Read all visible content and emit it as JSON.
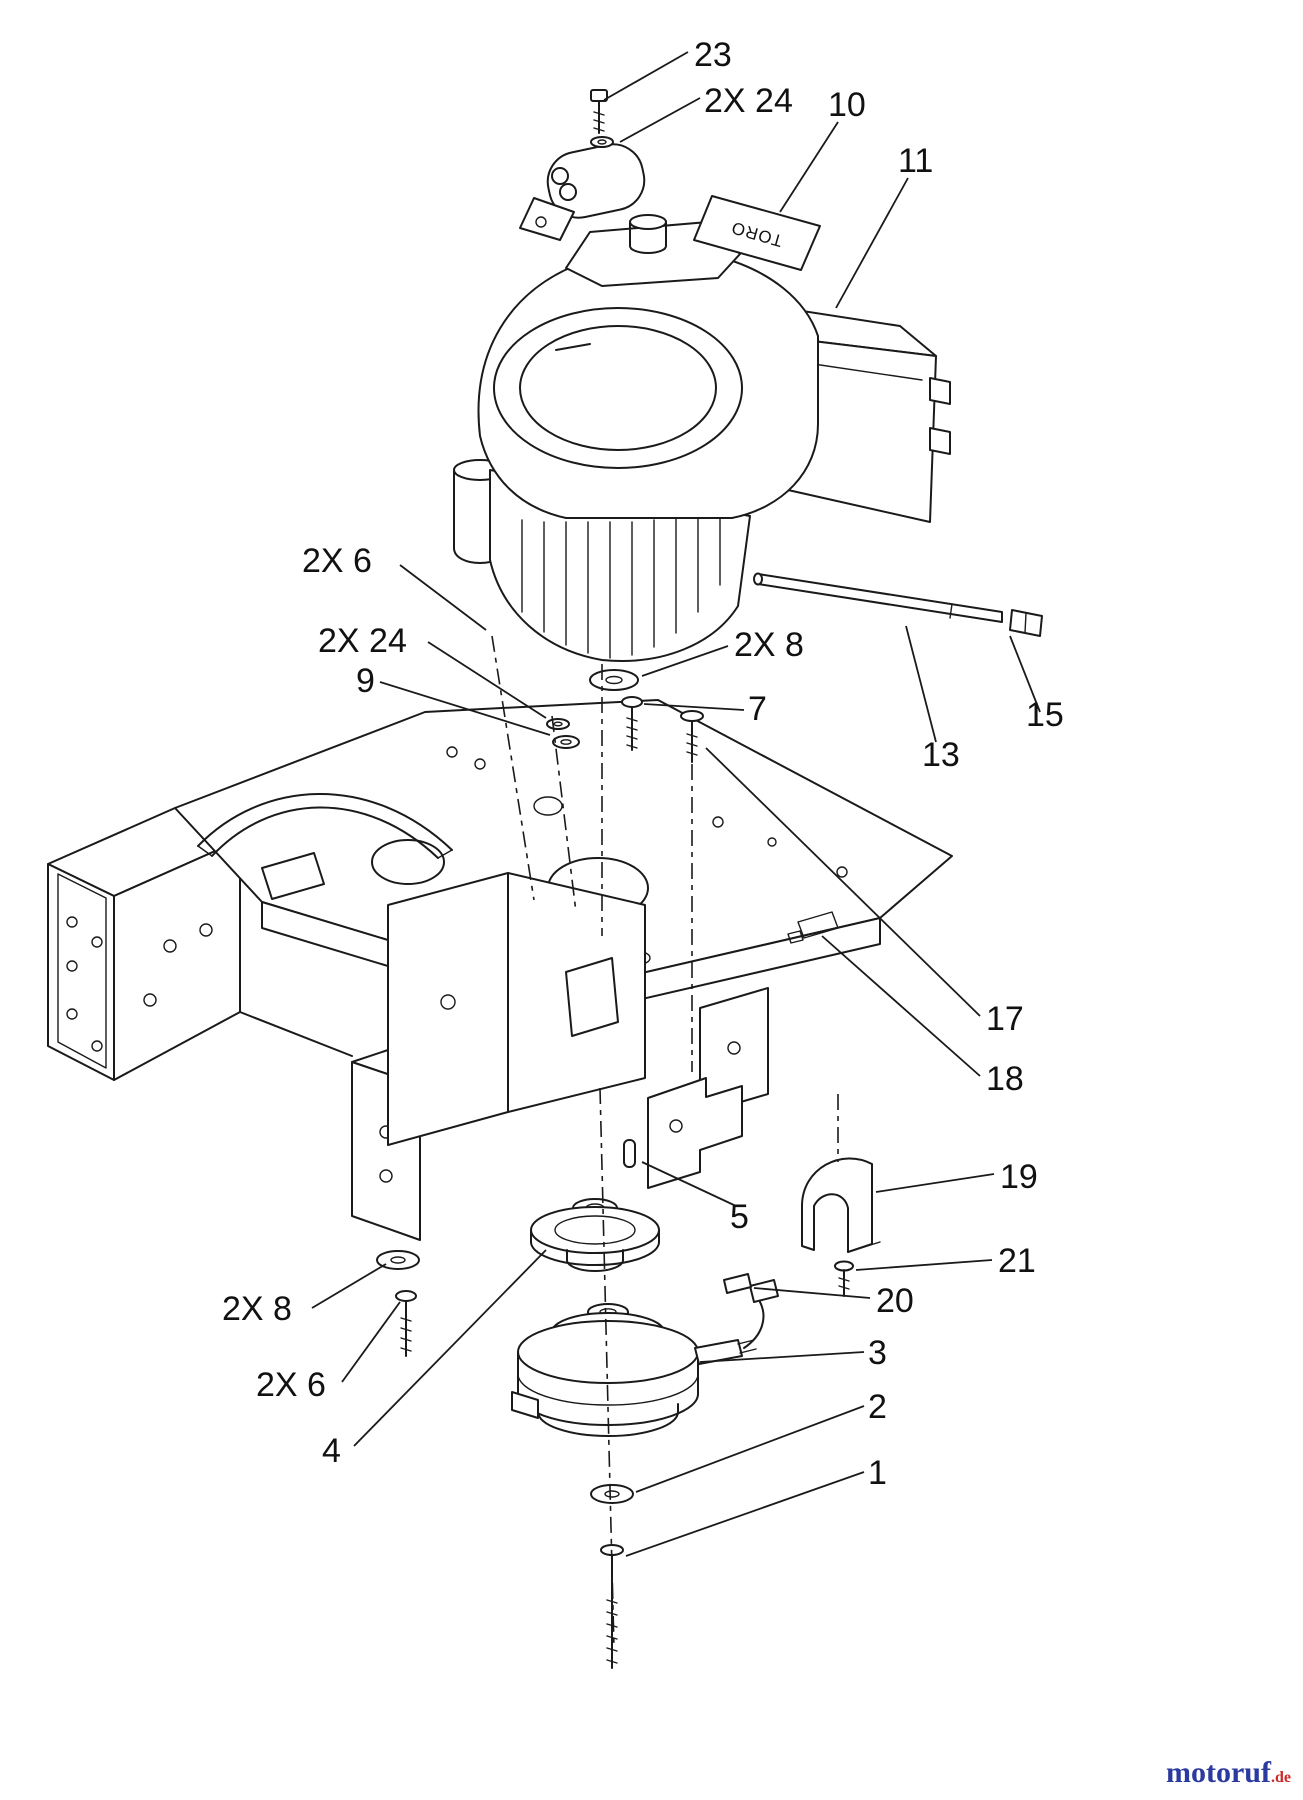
{
  "page": {
    "bg_color": "#ffffff",
    "line_color": "#1a1a1a"
  },
  "watermark": {
    "name": "motoruf",
    "tld": ".de",
    "name_color": "#2b3a9e",
    "tld_color": "#cc2a2a"
  },
  "diagram": {
    "plate_text": "TORO",
    "callouts": [
      {
        "part": "top-bolt",
        "text": "23"
      },
      {
        "part": "top-washers",
        "text": "2X 24"
      },
      {
        "part": "decal-plate",
        "text": "10"
      },
      {
        "part": "engine",
        "text": "11"
      },
      {
        "part": "engine-bolts",
        "text": "2X 6"
      },
      {
        "part": "left-washers",
        "text": "2X 24"
      },
      {
        "part": "lock-washer",
        "text": "9"
      },
      {
        "part": "upper-washers",
        "text": "2X 8"
      },
      {
        "part": "upper-bolt",
        "text": "7"
      },
      {
        "part": "rod",
        "text": "13"
      },
      {
        "part": "rod-cap",
        "text": "15"
      },
      {
        "part": "frame-bolt",
        "text": "17"
      },
      {
        "part": "frame",
        "text": "18"
      },
      {
        "part": "bracket",
        "text": "19"
      },
      {
        "part": "key-slot",
        "text": "5"
      },
      {
        "part": "bracket-bolt",
        "text": "21"
      },
      {
        "part": "clutch-connector",
        "text": "20"
      },
      {
        "part": "lower-left-washers",
        "text": "2X 8"
      },
      {
        "part": "clutch",
        "text": "3"
      },
      {
        "part": "lower-left-bolts",
        "text": "2X 6"
      },
      {
        "part": "lower-washer",
        "text": "2"
      },
      {
        "part": "pulley",
        "text": "4"
      },
      {
        "part": "lower-bolt",
        "text": "1"
      }
    ]
  }
}
